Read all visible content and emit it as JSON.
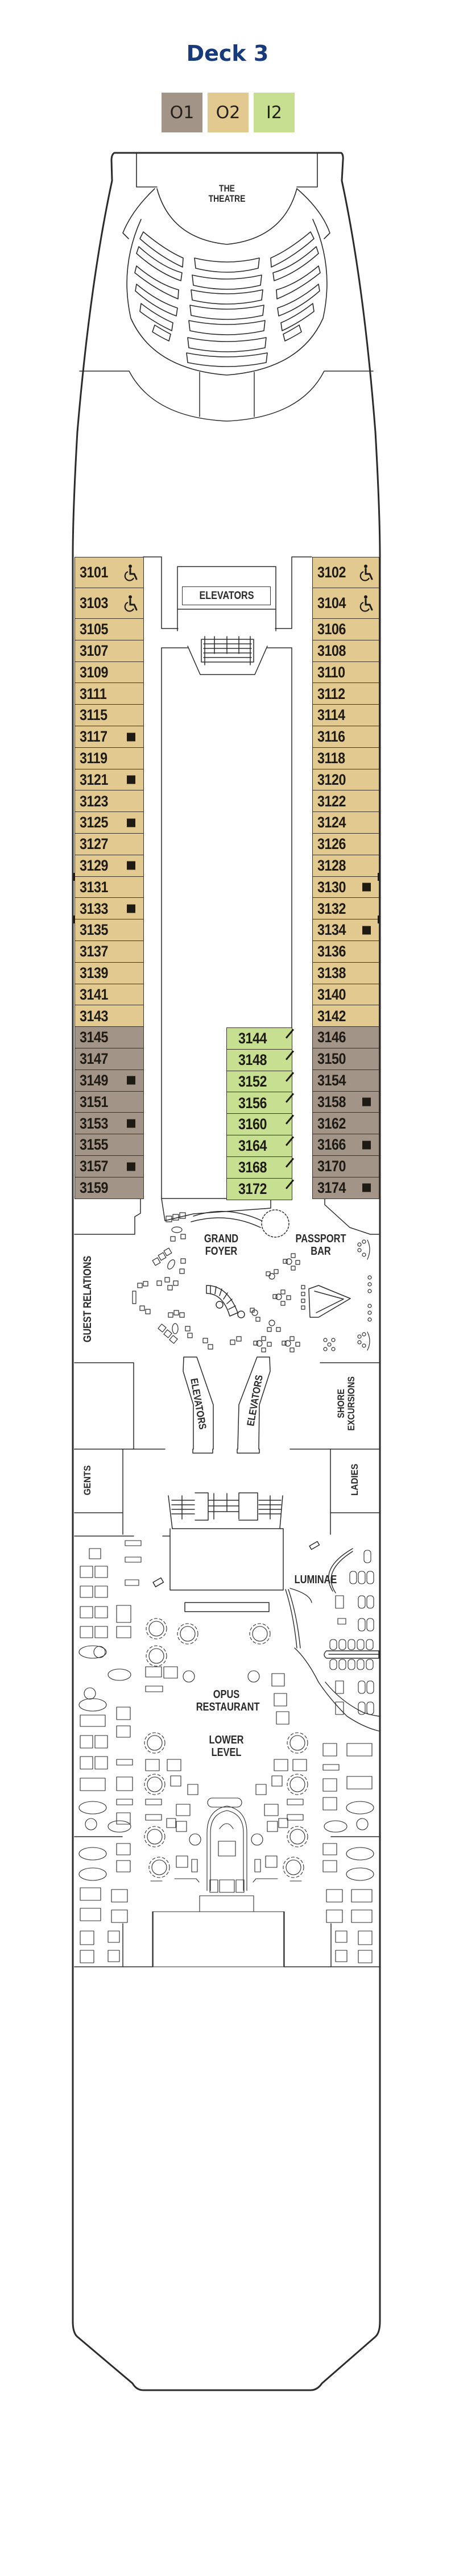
{
  "header": {
    "title": "Deck 3"
  },
  "legend": {
    "items": [
      {
        "code": "O1",
        "color": "#a39488"
      },
      {
        "code": "O2",
        "color": "#e2c98f"
      },
      {
        "code": "I2",
        "color": "#c6df90"
      }
    ]
  },
  "colors": {
    "title": "#173a7a",
    "O1": "#a39488",
    "O2": "#e2c98f",
    "I2": "#c6df90",
    "line": "#2b2b2b"
  },
  "venues": {
    "theatre": [
      "THE",
      "THEATRE"
    ],
    "elevators_forward": "ELEVATORS",
    "grand_foyer": [
      "GRAND",
      "FOYER"
    ],
    "passport_bar": [
      "PASSPORT",
      "BAR"
    ],
    "guest_relations": "GUEST RELATIONS",
    "elevators_mid_left": "ELEVATORS",
    "elevators_mid_right": "ELEVATORS",
    "shore_excursions": [
      "SHORE",
      "EXCURSIONS"
    ],
    "gents": "GENTS",
    "ladies": "LADIES",
    "luminae": "LUMINAE",
    "opus_restaurant": [
      "OPUS",
      "RESTAURANT"
    ],
    "lower_level": [
      "LOWER",
      "LEVEL"
    ]
  },
  "icons": {
    "accessible": "wheelchair-icon",
    "square": "square-bullet-icon",
    "connecting": "connecting-door-icon"
  },
  "cabins": {
    "port": [
      {
        "number": "3101",
        "category": "O2",
        "icon": "accessible"
      },
      {
        "number": "3103",
        "category": "O2",
        "icon": "accessible"
      },
      {
        "number": "3105",
        "category": "O2",
        "icon": ""
      },
      {
        "number": "3107",
        "category": "O2",
        "icon": ""
      },
      {
        "number": "3109",
        "category": "O2",
        "icon": ""
      },
      {
        "number": "3111",
        "category": "O2",
        "icon": ""
      },
      {
        "number": "3115",
        "category": "O2",
        "icon": ""
      },
      {
        "number": "3117",
        "category": "O2",
        "icon": "square"
      },
      {
        "number": "3119",
        "category": "O2",
        "icon": ""
      },
      {
        "number": "3121",
        "category": "O2",
        "icon": "square"
      },
      {
        "number": "3123",
        "category": "O2",
        "icon": ""
      },
      {
        "number": "3125",
        "category": "O2",
        "icon": "square"
      },
      {
        "number": "3127",
        "category": "O2",
        "icon": ""
      },
      {
        "number": "3129",
        "category": "O2",
        "icon": "square"
      },
      {
        "number": "3131",
        "category": "O2",
        "icon": ""
      },
      {
        "number": "3133",
        "category": "O2",
        "icon": "square"
      },
      {
        "number": "3135",
        "category": "O2",
        "icon": ""
      },
      {
        "number": "3137",
        "category": "O2",
        "icon": ""
      },
      {
        "number": "3139",
        "category": "O2",
        "icon": ""
      },
      {
        "number": "3141",
        "category": "O2",
        "icon": ""
      },
      {
        "number": "3143",
        "category": "O2",
        "icon": ""
      },
      {
        "number": "3145",
        "category": "O1",
        "icon": ""
      },
      {
        "number": "3147",
        "category": "O1",
        "icon": ""
      },
      {
        "number": "3149",
        "category": "O1",
        "icon": "square"
      },
      {
        "number": "3151",
        "category": "O1",
        "icon": ""
      },
      {
        "number": "3153",
        "category": "O1",
        "icon": "square"
      },
      {
        "number": "3155",
        "category": "O1",
        "icon": ""
      },
      {
        "number": "3157",
        "category": "O1",
        "icon": "square"
      },
      {
        "number": "3159",
        "category": "O1",
        "icon": ""
      }
    ],
    "starboard": [
      {
        "number": "3102",
        "category": "O2",
        "icon": "accessible"
      },
      {
        "number": "3104",
        "category": "O2",
        "icon": "accessible"
      },
      {
        "number": "3106",
        "category": "O2",
        "icon": ""
      },
      {
        "number": "3108",
        "category": "O2",
        "icon": ""
      },
      {
        "number": "3110",
        "category": "O2",
        "icon": ""
      },
      {
        "number": "3112",
        "category": "O2",
        "icon": ""
      },
      {
        "number": "3114",
        "category": "O2",
        "icon": ""
      },
      {
        "number": "3116",
        "category": "O2",
        "icon": ""
      },
      {
        "number": "3118",
        "category": "O2",
        "icon": ""
      },
      {
        "number": "3120",
        "category": "O2",
        "icon": ""
      },
      {
        "number": "3122",
        "category": "O2",
        "icon": ""
      },
      {
        "number": "3124",
        "category": "O2",
        "icon": ""
      },
      {
        "number": "3126",
        "category": "O2",
        "icon": ""
      },
      {
        "number": "3128",
        "category": "O2",
        "icon": ""
      },
      {
        "number": "3130",
        "category": "O2",
        "icon": "square"
      },
      {
        "number": "3132",
        "category": "O2",
        "icon": ""
      },
      {
        "number": "3134",
        "category": "O2",
        "icon": "square"
      },
      {
        "number": "3136",
        "category": "O2",
        "icon": ""
      },
      {
        "number": "3138",
        "category": "O2",
        "icon": ""
      },
      {
        "number": "3140",
        "category": "O2",
        "icon": ""
      },
      {
        "number": "3142",
        "category": "O2",
        "icon": ""
      },
      {
        "number": "3146",
        "category": "O1",
        "icon": ""
      },
      {
        "number": "3150",
        "category": "O1",
        "icon": ""
      },
      {
        "number": "3154",
        "category": "O1",
        "icon": ""
      },
      {
        "number": "3158",
        "category": "O1",
        "icon": "square"
      },
      {
        "number": "3162",
        "category": "O1",
        "icon": ""
      },
      {
        "number": "3166",
        "category": "O1",
        "icon": "square"
      },
      {
        "number": "3170",
        "category": "O1",
        "icon": ""
      },
      {
        "number": "3174",
        "category": "O1",
        "icon": "square"
      }
    ],
    "inside": [
      {
        "number": "3144",
        "category": "I2",
        "icon": "connecting"
      },
      {
        "number": "3148",
        "category": "I2",
        "icon": "connecting"
      },
      {
        "number": "3152",
        "category": "I2",
        "icon": "connecting"
      },
      {
        "number": "3156",
        "category": "I2",
        "icon": "connecting"
      },
      {
        "number": "3160",
        "category": "I2",
        "icon": "connecting"
      },
      {
        "number": "3164",
        "category": "I2",
        "icon": "connecting"
      },
      {
        "number": "3168",
        "category": "I2",
        "icon": "connecting"
      },
      {
        "number": "3172",
        "category": "I2",
        "icon": "connecting"
      }
    ],
    "connecting_pairs": [
      [
        "3129",
        "3131"
      ],
      [
        "3133",
        "3135"
      ],
      [
        "3128",
        "3130"
      ],
      [
        "3132",
        "3134"
      ]
    ]
  }
}
